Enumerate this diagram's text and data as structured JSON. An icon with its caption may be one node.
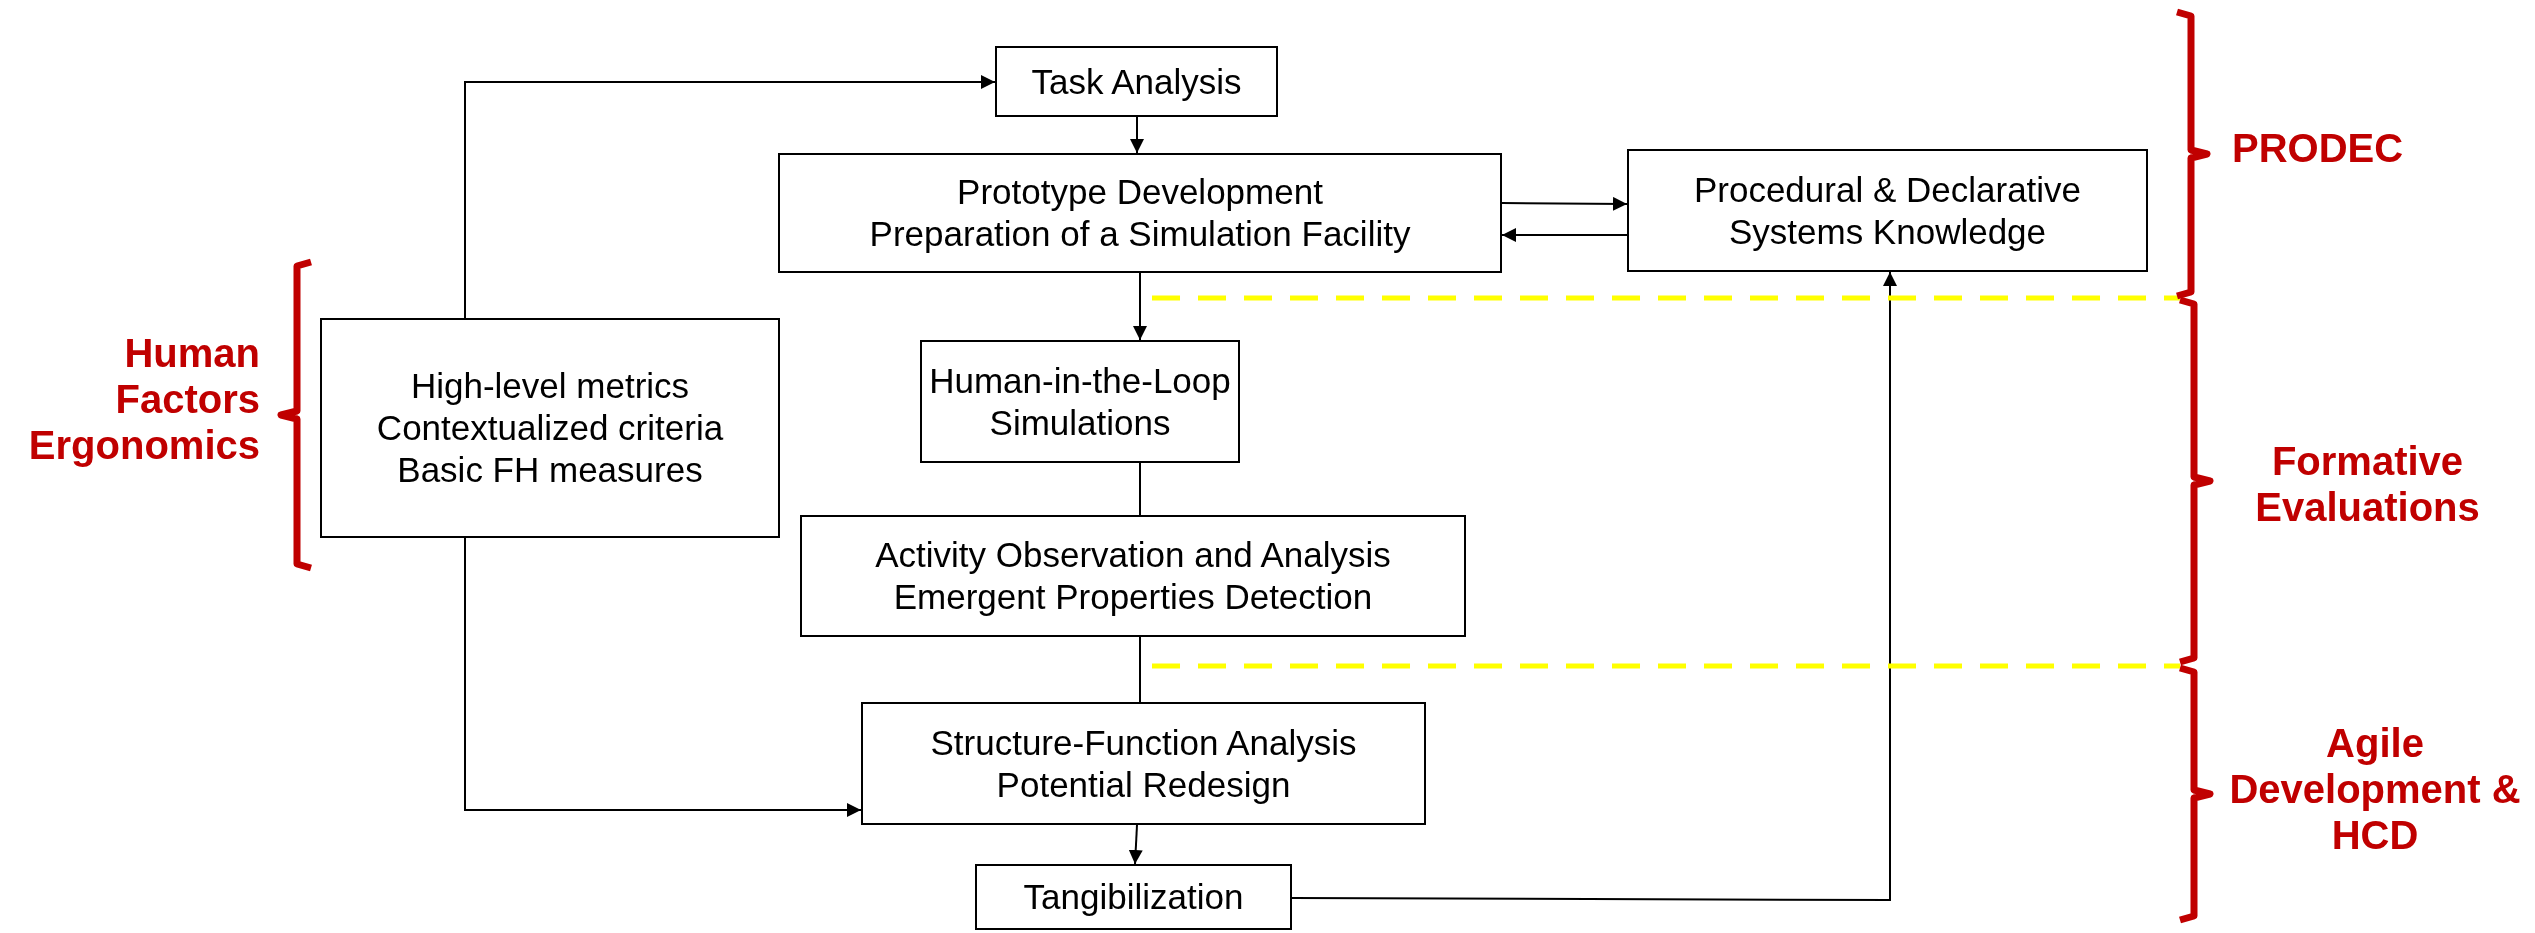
{
  "diagram": {
    "nodes": [
      {
        "text": [
          "Task Analysis"
        ]
      },
      {
        "text": [
          "Prototype Development",
          "Preparation of a Simulation Facility"
        ]
      },
      {
        "text": [
          "Procedural & Declarative",
          "Systems Knowledge"
        ]
      },
      {
        "text": [
          "High-level metrics",
          "Contextualized criteria",
          "Basic FH measures"
        ]
      },
      {
        "text": [
          "Human-in-the-Loop Simulations"
        ]
      },
      {
        "text": [
          "Activity Observation and Analysis",
          "Emergent Properties Detection"
        ]
      },
      {
        "text": [
          "Structure-Function Analysis",
          "Potential Redesign"
        ]
      },
      {
        "text": [
          "Tangibilization"
        ]
      }
    ],
    "edges": [
      {
        "from": 3,
        "to": 0,
        "arrow": "to"
      },
      {
        "from": 0,
        "to": 1,
        "arrow": "to"
      },
      {
        "from": 1,
        "to": 2,
        "arrow": "to"
      },
      {
        "from": 2,
        "to": 1,
        "arrow": "to"
      },
      {
        "from": 1,
        "to": 4,
        "arrow": "to"
      },
      {
        "from": 4,
        "to": 5,
        "arrow": "none"
      },
      {
        "from": 5,
        "to": 6,
        "arrow": "none"
      },
      {
        "from": 3,
        "to": 6,
        "arrow": "to"
      },
      {
        "from": 6,
        "to": 7,
        "arrow": "to"
      },
      {
        "from": 7,
        "to": 2,
        "arrow": "to"
      }
    ],
    "labels": [
      "PRODEC",
      "Human Factors Ergonomics",
      "Formative Evaluations",
      "Agile Development & HCD"
    ]
  }
}
